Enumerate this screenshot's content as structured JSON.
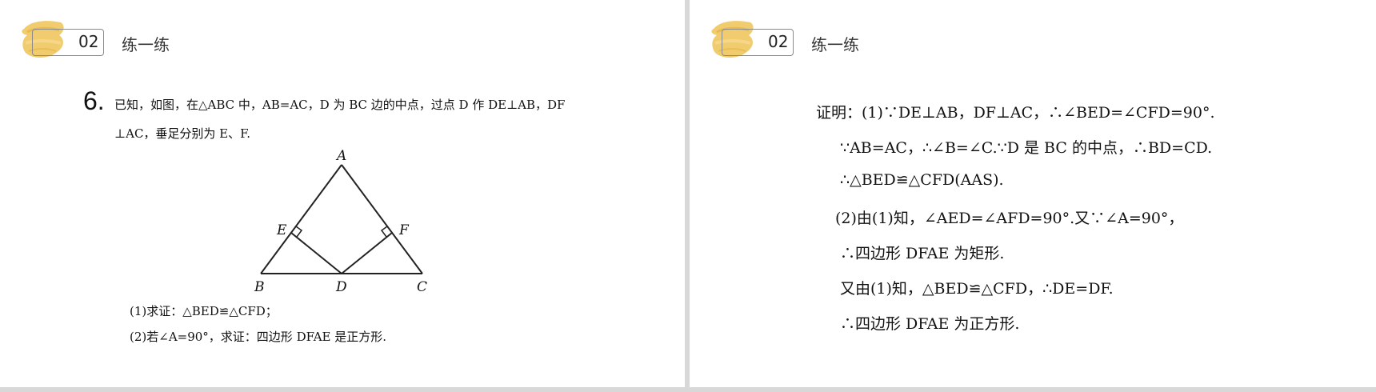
{
  "header": {
    "number": "02",
    "title": "练一练"
  },
  "question": {
    "number": "6.",
    "line1": "已知，如图，在△ABC 中，AB=AC，D 为 BC 边的中点，过点 D 作 DE⊥AB，DF",
    "line2": "⊥AC，垂足分别为 E、F.",
    "sub1": "(1)求证：△BED≌△CFD；",
    "sub2": "(2)若∠A=90°，求证：四边形 DFAE 是正方形."
  },
  "figure": {
    "labels": {
      "A": "A",
      "B": "B",
      "C": "C",
      "D": "D",
      "E": "E",
      "F": "F"
    }
  },
  "proof": {
    "lines": [
      "证明：(1)∵DE⊥AB，DF⊥AC，∴∠BED=∠CFD=90°.",
      "∵AB=AC，∴∠B=∠C.∵D 是 BC 的中点，∴BD=CD.",
      "∴△BED≌△CFD(AAS).",
      "(2)由(1)知，∠AED=∠AFD=90°.又∵∠A=90°，",
      "∴四边形 DFAE 为矩形.",
      "又由(1)知，△BED≌△CFD，∴DE=DF.",
      "∴四边形 DFAE 为正方形."
    ]
  },
  "colors": {
    "brush": "#f0c75e",
    "background": "#d8d8d8"
  }
}
